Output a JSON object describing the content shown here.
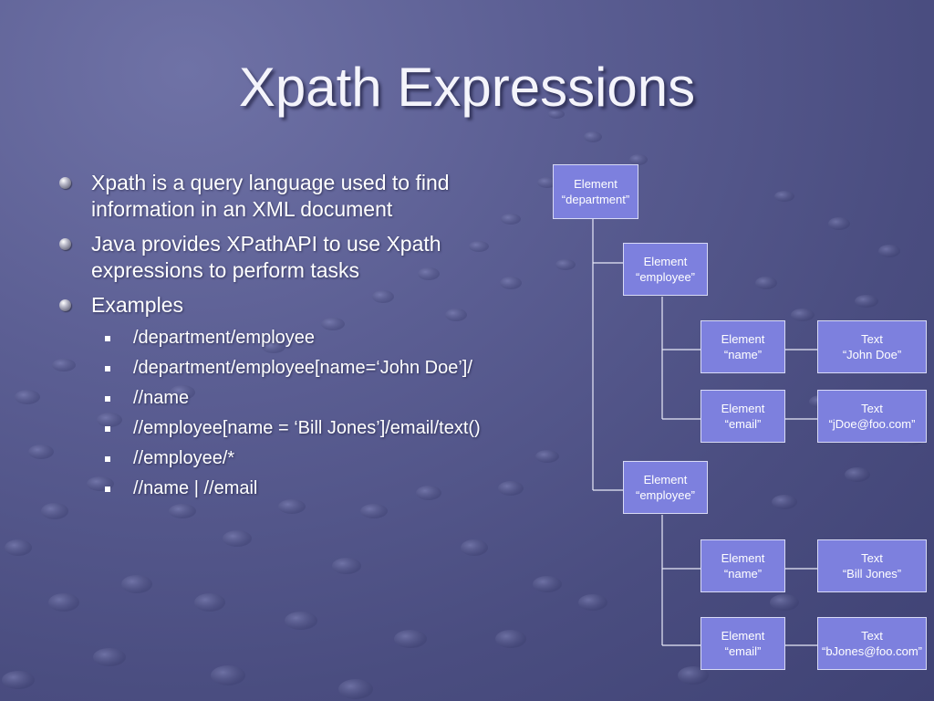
{
  "title": "Xpath Expressions",
  "bullets": [
    "Xpath is a query language used to find information in an XML document",
    "Java provides XPathAPI to use Xpath expressions to perform tasks",
    "Examples"
  ],
  "examples": [
    "/department/employee",
    "/department/employee[name=‘John Doe’]/",
    "//name",
    "//employee[name = ‘Bill Jones’]/email/text()",
    "//employee/*",
    "//name | //email"
  ],
  "tree": {
    "department": {
      "type": "Element",
      "label": "“department”"
    },
    "employee1": {
      "type": "Element",
      "label": "“employee”"
    },
    "name1": {
      "type": "Element",
      "label": "“name”"
    },
    "text_name1": {
      "type": "Text",
      "label": "“John Doe”"
    },
    "email1": {
      "type": "Element",
      "label": "“email”"
    },
    "text_email1": {
      "type": "Text",
      "label": "“jDoe@foo.com”"
    },
    "employee2": {
      "type": "Element",
      "label": "“employee”"
    },
    "name2": {
      "type": "Element",
      "label": "“name”"
    },
    "text_name2": {
      "type": "Text",
      "label": "“Bill Jones”"
    },
    "email2": {
      "type": "Element",
      "label": "“email”"
    },
    "text_email2": {
      "type": "Text",
      "label": "“bJones@foo.com”"
    }
  },
  "colors": {
    "background": "#5b5e93",
    "node_fill": "#7d80de",
    "node_border": "#d8daf6"
  }
}
